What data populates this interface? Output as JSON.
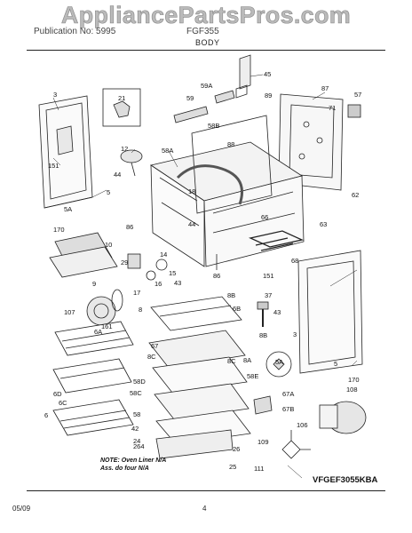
{
  "watermark": "AppliancePartsPros.com",
  "header": {
    "left": "Publication No: 5995",
    "right": "FGF355",
    "section": "BODY"
  },
  "callouts": [
    {
      "id": "c-3a",
      "label": "3"
    },
    {
      "id": "c-21",
      "label": "21"
    },
    {
      "id": "c-45",
      "label": "45"
    },
    {
      "id": "c-59a",
      "label": "59A"
    },
    {
      "id": "c-59",
      "label": "59"
    },
    {
      "id": "c-89",
      "label": "89"
    },
    {
      "id": "c-87",
      "label": "87"
    },
    {
      "id": "c-57",
      "label": "57"
    },
    {
      "id": "c-71",
      "label": "71"
    },
    {
      "id": "c-58b",
      "label": "58B"
    },
    {
      "id": "c-88",
      "label": "88"
    },
    {
      "id": "c-12",
      "label": "12"
    },
    {
      "id": "c-151a",
      "label": "151"
    },
    {
      "id": "c-58a",
      "label": "58A"
    },
    {
      "id": "c-44a",
      "label": "44"
    },
    {
      "id": "c-18",
      "label": "18"
    },
    {
      "id": "c-5a",
      "label": "5"
    },
    {
      "id": "c-5a-sub",
      "label": "5A"
    },
    {
      "id": "c-170a",
      "label": "170"
    },
    {
      "id": "c-86a",
      "label": "86"
    },
    {
      "id": "c-44b",
      "label": "44"
    },
    {
      "id": "c-62",
      "label": "62"
    },
    {
      "id": "c-66",
      "label": "66"
    },
    {
      "id": "c-63",
      "label": "63"
    },
    {
      "id": "c-10",
      "label": "10"
    },
    {
      "id": "c-29",
      "label": "29"
    },
    {
      "id": "c-14",
      "label": "14"
    },
    {
      "id": "c-15",
      "label": "15"
    },
    {
      "id": "c-68",
      "label": "68"
    },
    {
      "id": "c-9",
      "label": "9"
    },
    {
      "id": "c-16",
      "label": "16"
    },
    {
      "id": "c-86b",
      "label": "86"
    },
    {
      "id": "c-151b",
      "label": "151"
    },
    {
      "id": "c-43a",
      "label": "43"
    },
    {
      "id": "c-17",
      "label": "17"
    },
    {
      "id": "c-37",
      "label": "37"
    },
    {
      "id": "c-8b",
      "label": "8B"
    },
    {
      "id": "c-107",
      "label": "107"
    },
    {
      "id": "c-8",
      "label": "8"
    },
    {
      "id": "c-6b",
      "label": "6B"
    },
    {
      "id": "c-43b",
      "label": "43"
    },
    {
      "id": "c-161",
      "label": "161"
    },
    {
      "id": "c-6a",
      "label": "6A"
    },
    {
      "id": "c-3b",
      "label": "3"
    },
    {
      "id": "c-67",
      "label": "67"
    },
    {
      "id": "c-8b2",
      "label": "8B"
    },
    {
      "id": "c-8c",
      "label": "8C"
    },
    {
      "id": "c-8c2",
      "label": "8C"
    },
    {
      "id": "c-8a",
      "label": "8A"
    },
    {
      "id": "c-5a2",
      "label": "5A"
    },
    {
      "id": "c-5b",
      "label": "5"
    },
    {
      "id": "c-6d",
      "label": "6D"
    },
    {
      "id": "c-58d",
      "label": "58D"
    },
    {
      "id": "c-58e",
      "label": "58E"
    },
    {
      "id": "c-170b",
      "label": "170"
    },
    {
      "id": "c-58c",
      "label": "58C"
    },
    {
      "id": "c-67a",
      "label": "67A"
    },
    {
      "id": "c-6c",
      "label": "6C"
    },
    {
      "id": "c-108",
      "label": "108"
    },
    {
      "id": "c-58",
      "label": "58"
    },
    {
      "id": "c-67b",
      "label": "67B"
    },
    {
      "id": "c-6",
      "label": "6"
    },
    {
      "id": "c-42",
      "label": "42"
    },
    {
      "id": "c-106",
      "label": "106"
    },
    {
      "id": "c-24",
      "label": "24"
    },
    {
      "id": "c-26",
      "label": "26"
    },
    {
      "id": "c-264",
      "label": "264"
    },
    {
      "id": "c-109",
      "label": "109"
    },
    {
      "id": "c-25",
      "label": "25"
    },
    {
      "id": "c-111",
      "label": "111"
    }
  ],
  "note": {
    "line1": "NOTE: Oven Liner N/A",
    "line2": "Ass. do four N/A"
  },
  "model_code": "VFGEF3055KBA",
  "footer": {
    "date": "05/09",
    "page": "4"
  }
}
